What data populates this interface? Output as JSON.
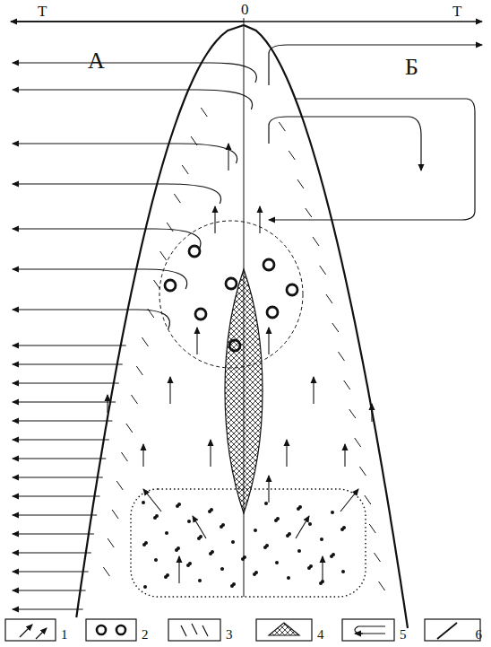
{
  "diagram": {
    "labels": [
      "Т",
      "0",
      "Т",
      "А",
      "Б"
    ],
    "legend": [
      {
        "text": "1"
      },
      {
        "text": "2"
      },
      {
        "text": "3"
      },
      {
        "text": "4"
      },
      {
        "text": "5"
      },
      {
        "text": "6"
      }
    ]
  }
}
